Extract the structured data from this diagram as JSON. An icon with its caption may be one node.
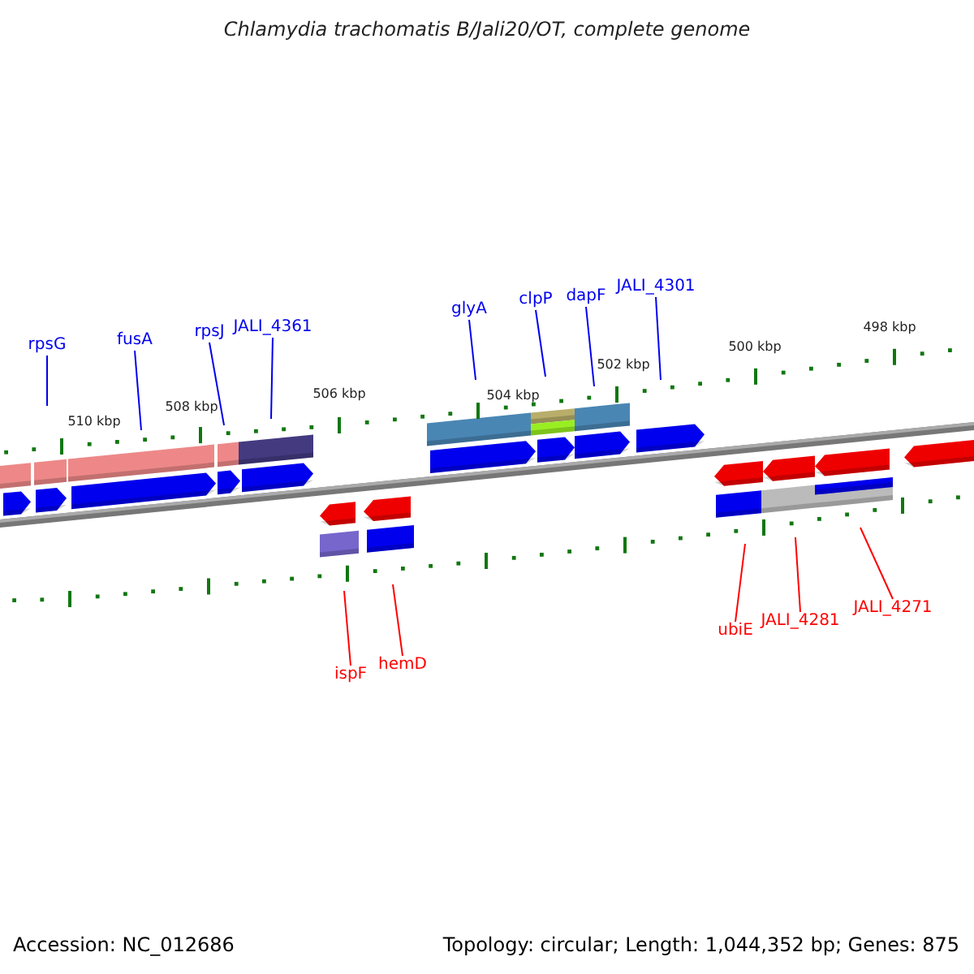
{
  "diagram": {
    "title": "Chlamydia trachomatis B/Jali20/OT, complete genome",
    "nodes": [
      {
        "text": [
          "rpsG"
        ]
      },
      {
        "text": [
          "fusA"
        ]
      },
      {
        "text": [
          "rpsJ"
        ]
      },
      {
        "text": [
          "JALI_4361"
        ]
      },
      {
        "text": [
          "glyA"
        ]
      },
      {
        "text": [
          "clpP"
        ]
      },
      {
        "text": [
          "dapF"
        ]
      },
      {
        "text": [
          "JALI_4301"
        ]
      },
      {
        "text": [
          "ispF"
        ]
      },
      {
        "text": [
          "hemD"
        ]
      },
      {
        "text": [
          "ubiE"
        ]
      },
      {
        "text": [
          "JALI_4281"
        ]
      },
      {
        "text": [
          "JALI_4271"
        ]
      }
    ],
    "edges": [
      {
        "from": 0,
        "to": null,
        "arrow": "none"
      },
      {
        "from": 1,
        "to": null,
        "arrow": "none"
      },
      {
        "from": 2,
        "to": null,
        "arrow": "none"
      },
      {
        "from": 3,
        "to": null,
        "arrow": "none"
      },
      {
        "from": 4,
        "to": null,
        "arrow": "none"
      },
      {
        "from": 5,
        "to": null,
        "arrow": "none"
      },
      {
        "from": 6,
        "to": null,
        "arrow": "none"
      },
      {
        "from": 7,
        "to": null,
        "arrow": "none"
      },
      {
        "from": 8,
        "to": null,
        "arrow": "none",
        "color": "#ff0000"
      },
      {
        "from": 9,
        "to": null,
        "arrow": "none",
        "color": "#ff0000"
      },
      {
        "from": 10,
        "to": null,
        "arrow": "none",
        "color": "#ff0000"
      },
      {
        "from": 11,
        "to": null,
        "arrow": "none",
        "color": "#ff0000"
      },
      {
        "from": 12,
        "to": null,
        "arrow": "none",
        "color": "#ff0000"
      }
    ],
    "labels": [
      "510 kbp",
      "508 kbp",
      "506 kbp",
      "504 kbp",
      "502 kbp",
      "500 kbp",
      "498 kbp",
      "Accession: NC_012686",
      "Topology: circular; Length: 1,044,352 bp; Genes: 875"
    ]
  }
}
